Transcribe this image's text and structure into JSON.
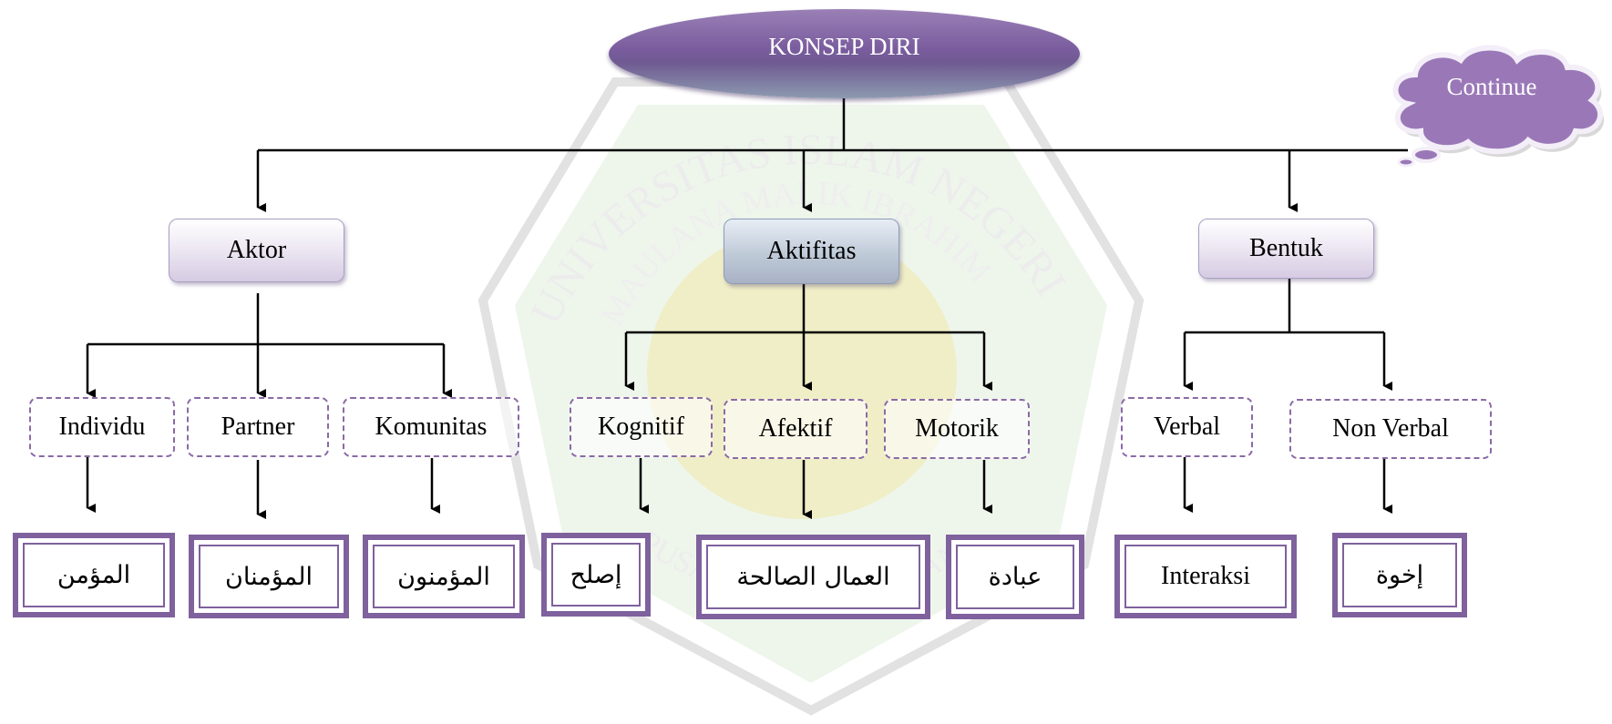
{
  "root": {
    "label": "KONSEP DIRI"
  },
  "continue_label": "Continue",
  "categories": [
    {
      "label": "Aktor"
    },
    {
      "label": "Aktifitas"
    },
    {
      "label": "Bentuk"
    }
  ],
  "subcategories": [
    {
      "label": "Individu"
    },
    {
      "label": "Partner"
    },
    {
      "label": "Komunitas"
    },
    {
      "label": "Kognitif"
    },
    {
      "label": "Afektif"
    },
    {
      "label": "Motorik"
    },
    {
      "label": "Verbal"
    },
    {
      "label": "Non Verbal"
    }
  ],
  "terms": [
    {
      "label": "المؤمن"
    },
    {
      "label": "المؤمنان"
    },
    {
      "label": "المؤمنون"
    },
    {
      "label": "إصلح"
    },
    {
      "label": "العمال الصالحة"
    },
    {
      "label": "عبادة"
    },
    {
      "label": "Interaksi"
    },
    {
      "label": "إخوة"
    }
  ],
  "watermark": {
    "arc_top": "UNIVERSITAS ISLAM NEGERI",
    "arc_inner": "MAULANA MALIK IBRAHIM",
    "arc_bottom": "PUSAT PERPUSTAKAAN"
  },
  "colors": {
    "accent": "#7f619d",
    "line": "#000000",
    "watermark_fill": "#e8f3e6",
    "watermark_gold": "#f1e7a8"
  }
}
